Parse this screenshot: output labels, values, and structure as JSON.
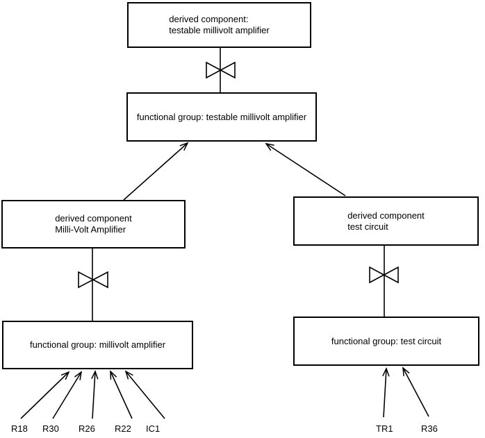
{
  "colors": {
    "stroke": "#000000",
    "background": "#ffffff"
  },
  "nodes": {
    "derived_testable": {
      "line1": "derived component:",
      "line2": "testable millivolt amplifier"
    },
    "fg_testable": {
      "label": "functional group: testable millivolt amplifier"
    },
    "derived_mva": {
      "line1": "derived component",
      "line2": "Milli-Volt Amplifier"
    },
    "derived_test": {
      "line1": "derived component",
      "line2": "test circuit"
    },
    "fg_mva": {
      "label": "functional group: millivolt amplifier"
    },
    "fg_test": {
      "label": "functional group: test circuit"
    }
  },
  "components": {
    "r18": "R18",
    "r30": "R30",
    "r26": "R26",
    "r22": "R22",
    "ic1": "IC1",
    "tr1": "TR1",
    "r36": "R36"
  }
}
